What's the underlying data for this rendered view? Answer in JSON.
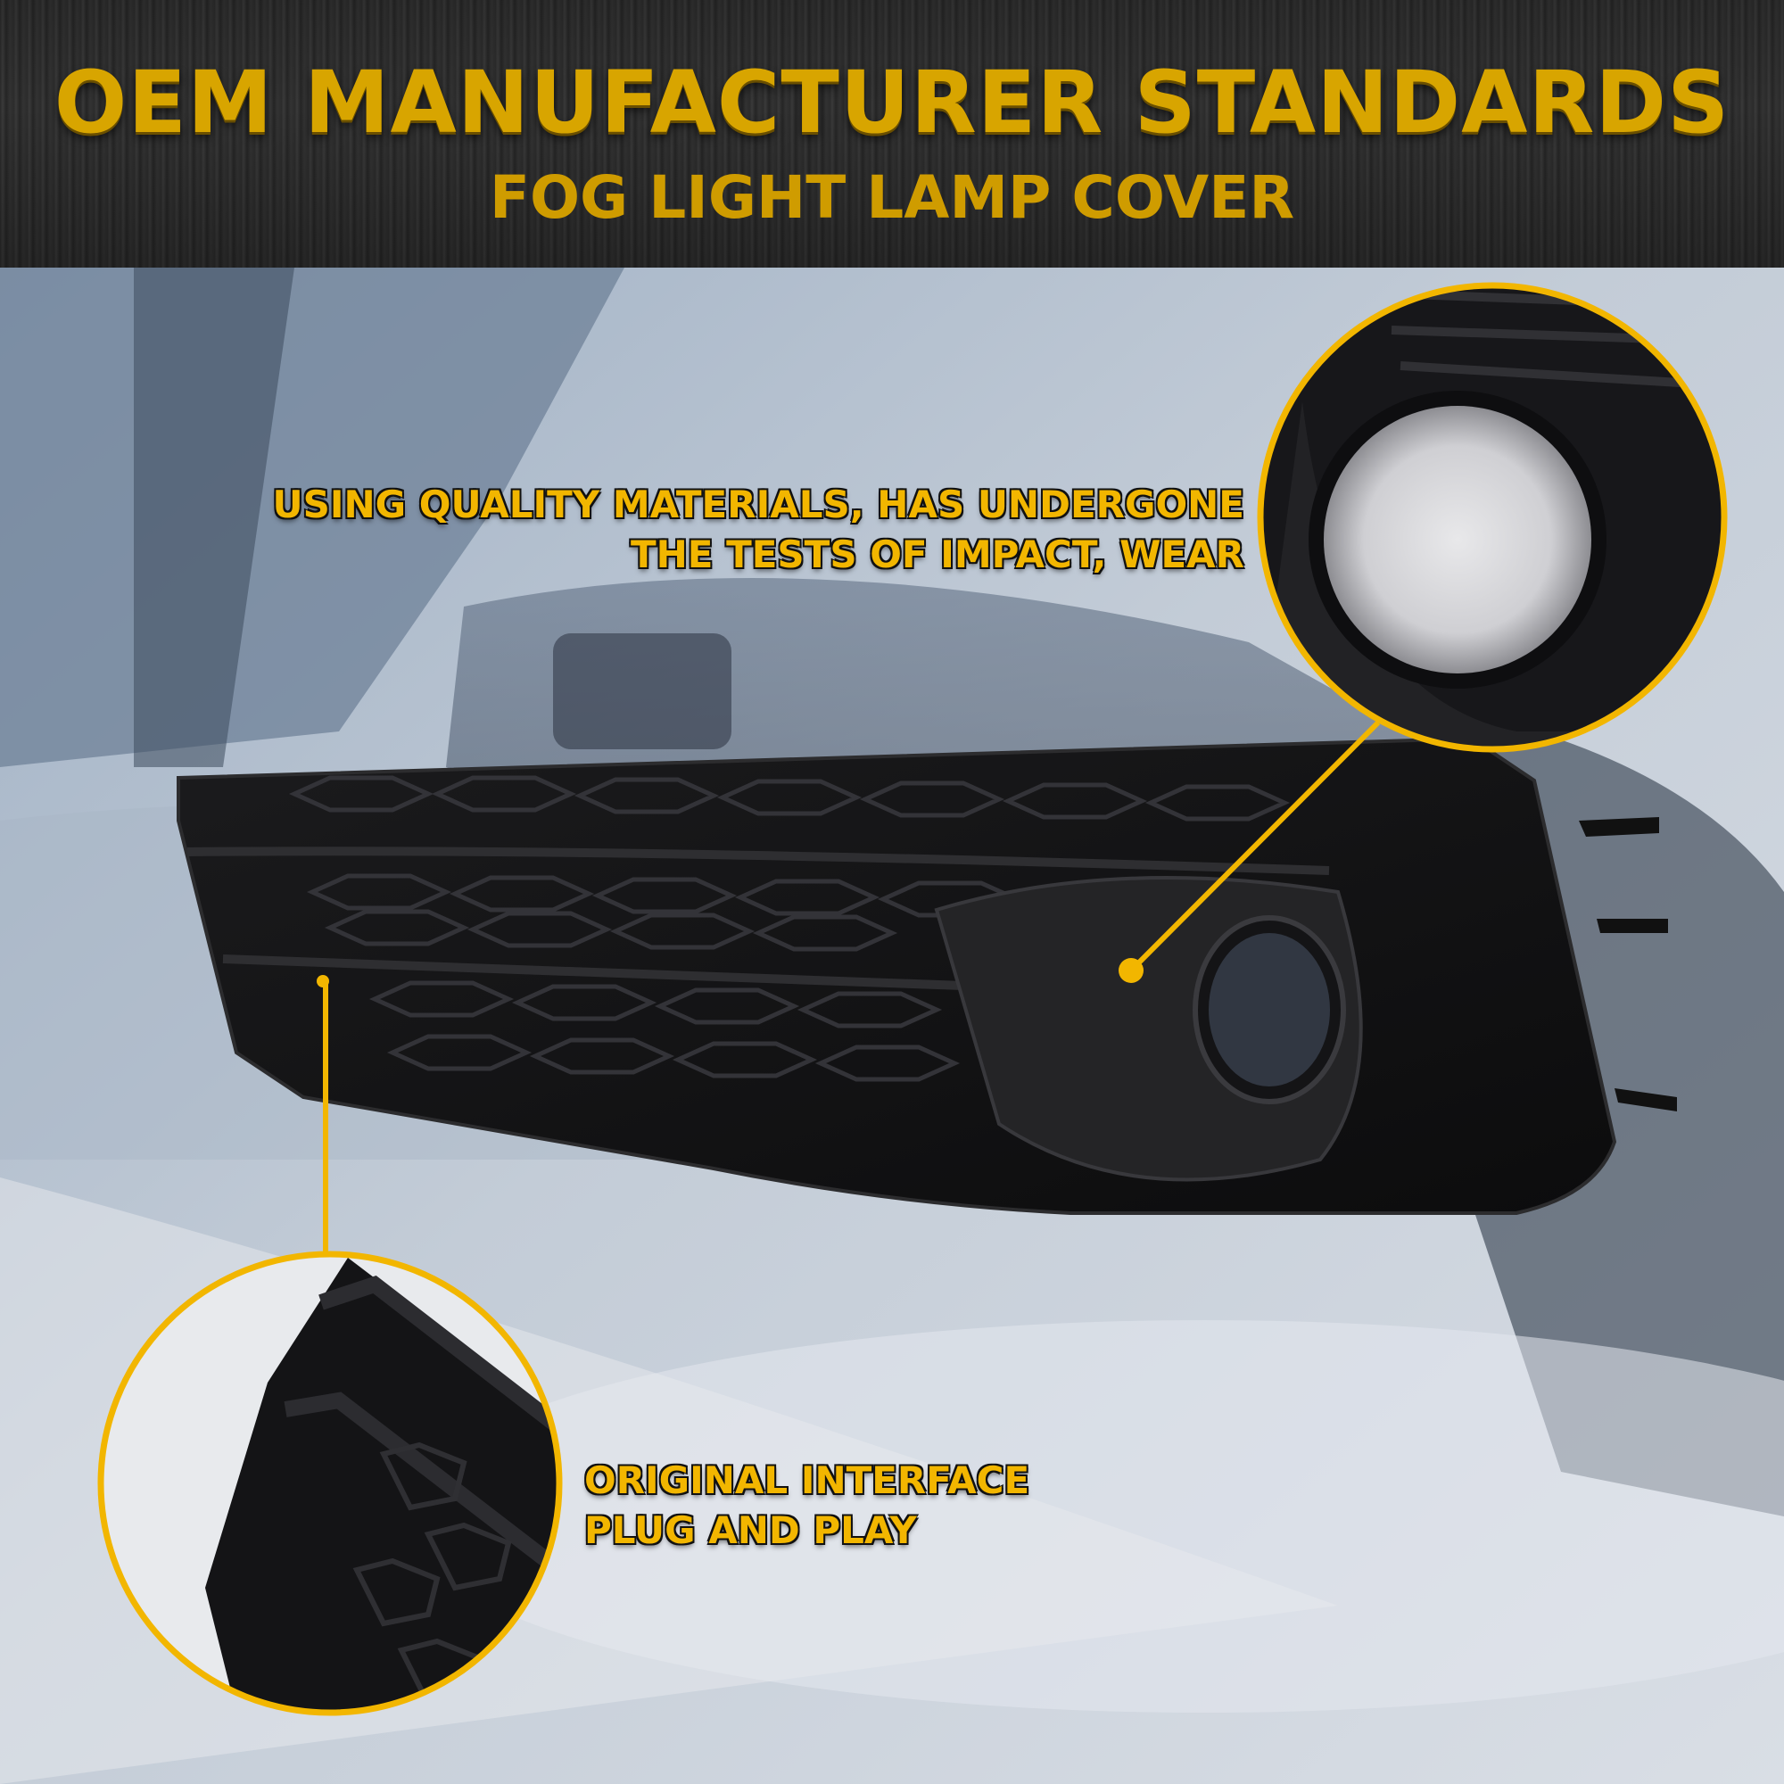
{
  "banner": {
    "title": "OEM MANUFACTURER STANDARDS",
    "subtitle": "FOG LIGHT LAMP COVER"
  },
  "callouts": {
    "materials": {
      "line1": "USING QUALITY MATERIALS, HAS UNDERGONE",
      "line2": "THE TESTS OF IMPACT, WEAR"
    },
    "interface": {
      "line1": "ORIGINAL INTERFACE",
      "line2": "PLUG AND PLAY"
    }
  },
  "colors": {
    "accent_gold": "#f2b600",
    "title_gold": "#d8a500",
    "banner_dark": "#2e2e2e",
    "part_black": "#151515"
  }
}
